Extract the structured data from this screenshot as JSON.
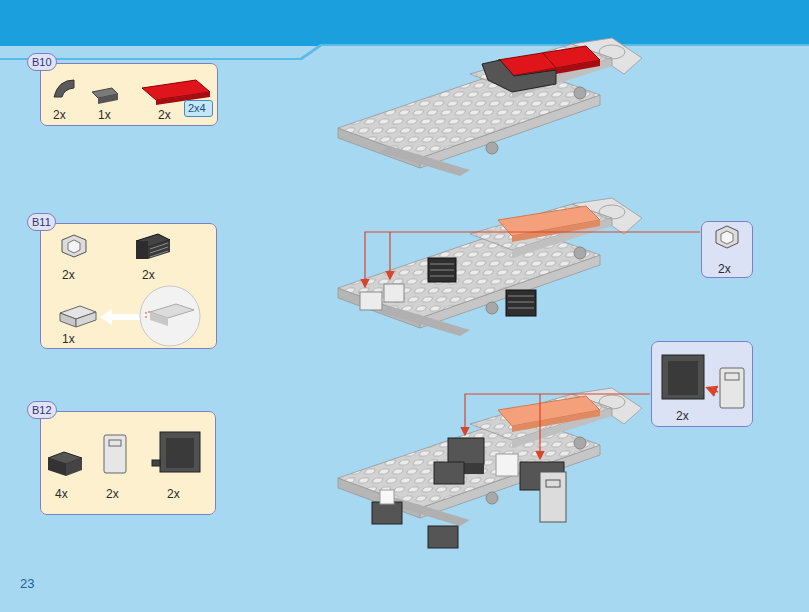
{
  "diagram": {
    "nodes": [
      {
        "text": [
          "B10",
          "2x",
          "1x",
          "2x"
        ]
      },
      {
        "text": [
          "2x4"
        ],
        "in": 0
      },
      {
        "text": [
          "B11",
          "2x",
          "2x",
          "1x"
        ]
      },
      {
        "text": [
          "2x"
        ]
      },
      {
        "text": [
          "B12",
          "4x",
          "2x",
          "2x"
        ]
      },
      {
        "text": [
          "2x"
        ]
      }
    ],
    "labels": [
      "23"
    ]
  }
}
